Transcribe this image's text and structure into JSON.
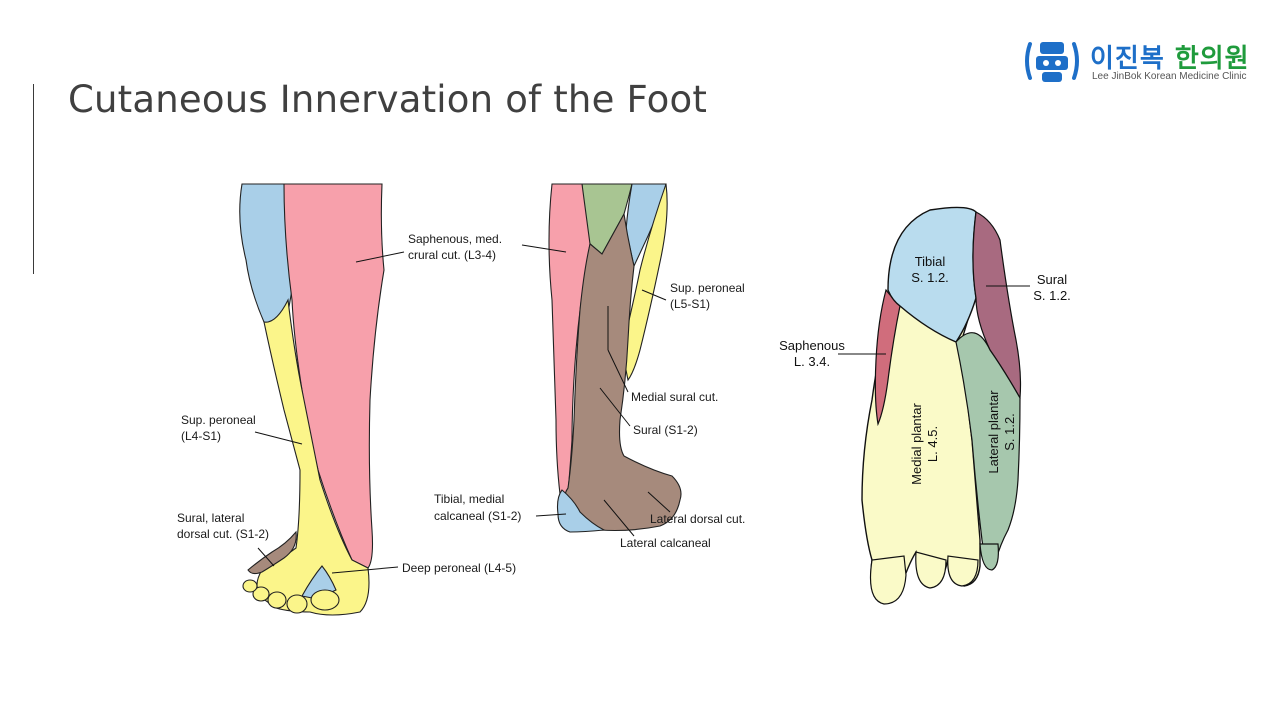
{
  "slide": {
    "title": "Cutaneous Innervation of the Foot"
  },
  "logo": {
    "korean_part1": "이진복",
    "korean_part2": "한의원",
    "english": "Lee JinBok Korean Medicine Clinic",
    "colors": {
      "blue": "#1e6fc8",
      "green": "#1f9b3c"
    }
  },
  "anterior_view": {
    "labels": {
      "saphenous_line1": "Saphenous, med.",
      "saphenous_line2": "crural cut. (L3-4)",
      "sup_peroneal_line1": "Sup. peroneal",
      "sup_peroneal_line2": "(L4-S1)",
      "sural_line1": "Sural, lateral",
      "sural_line2": "dorsal cut. (S1-2)",
      "deep_peroneal": "Deep peroneal (L4-5)"
    }
  },
  "posterior_view": {
    "labels": {
      "sup_peroneal_line1": "Sup. peroneal",
      "sup_peroneal_line2": "(L5-S1)",
      "medial_sural": "Medial sural cut.",
      "sural": "Sural (S1-2)",
      "tibial_line1": "Tibial, medial",
      "tibial_line2": "calcaneal (S1-2)",
      "lateral_dorsal": "Lateral dorsal cut.",
      "lateral_calcaneal": "Lateral calcaneal"
    }
  },
  "plantar_view": {
    "labels": {
      "tibial_line1": "Tibial",
      "tibial_line2": "S. 1.2.",
      "sural_line1": "Sural",
      "sural_line2": "S. 1.2.",
      "saphenous_line1": "Saphenous",
      "saphenous_line2": "L. 3.4.",
      "medial_plantar_line1": "Medial plantar",
      "medial_plantar_line2": "L. 4.5.",
      "lateral_plantar_line1": "Lateral plantar",
      "lateral_plantar_line2": "S. 1.2."
    }
  },
  "region_colors": {
    "saphenous": "#f7a0ab",
    "sup_peroneal": "#fbf58a",
    "tibial": "#a9cfe8",
    "sural": "#a68a7c",
    "posterior_cutaneous": "#a8c592",
    "plantar_medial": "#fafac8",
    "plantar_lateral": "#a6c7ad",
    "plantar_sural": "#a86a80",
    "plantar_saphenous": "#d06d7c",
    "plantar_tibial": "#b9dcee"
  }
}
